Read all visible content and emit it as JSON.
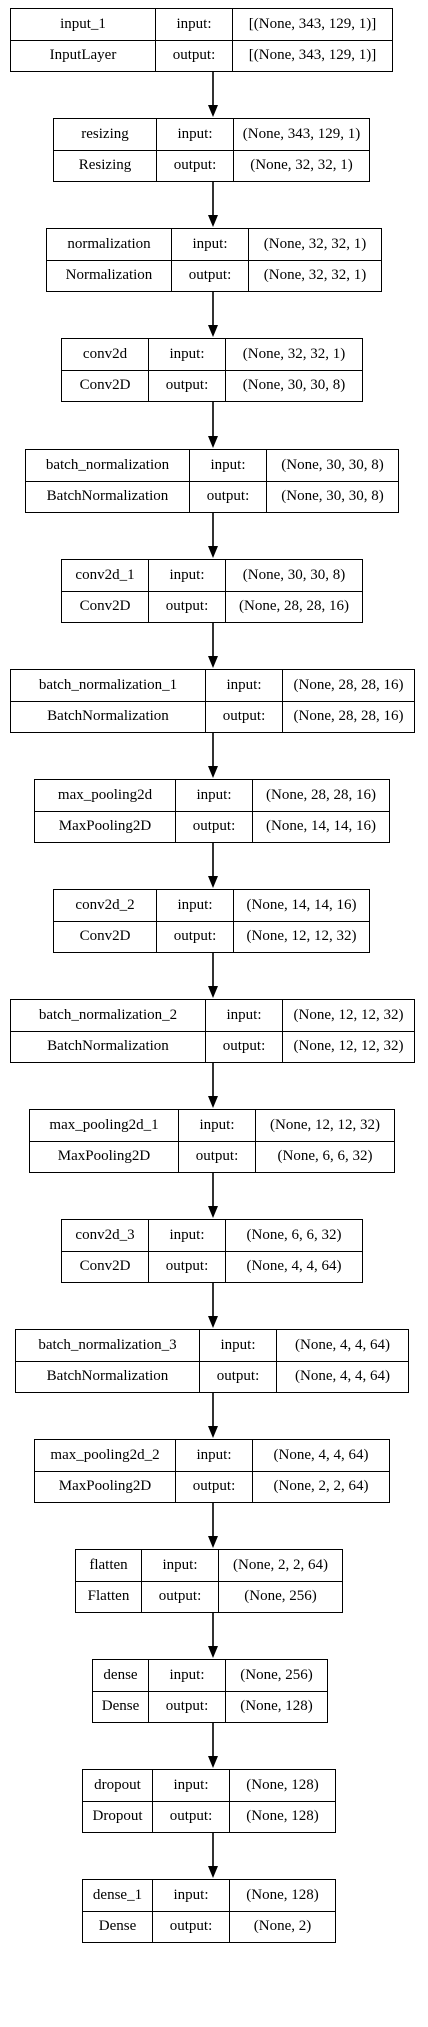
{
  "diagram": {
    "type": "model-graph",
    "in_label": "input:",
    "out_label": "output:",
    "nodes": [
      {
        "name": "input_1",
        "type": "InputLayer",
        "input": "[(None, 343, 129, 1)]",
        "output": "[(None, 343, 129, 1)]"
      },
      {
        "name": "resizing",
        "type": "Resizing",
        "input": "(None, 343, 129, 1)",
        "output": "(None, 32, 32, 1)"
      },
      {
        "name": "normalization",
        "type": "Normalization",
        "input": "(None, 32, 32, 1)",
        "output": "(None, 32, 32, 1)"
      },
      {
        "name": "conv2d",
        "type": "Conv2D",
        "input": "(None, 32, 32, 1)",
        "output": "(None, 30, 30, 8)"
      },
      {
        "name": "batch_normalization",
        "type": "BatchNormalization",
        "input": "(None, 30, 30, 8)",
        "output": "(None, 30, 30, 8)"
      },
      {
        "name": "conv2d_1",
        "type": "Conv2D",
        "input": "(None, 30, 30, 8)",
        "output": "(None, 28, 28, 16)"
      },
      {
        "name": "batch_normalization_1",
        "type": "BatchNormalization",
        "input": "(None, 28, 28, 16)",
        "output": "(None, 28, 28, 16)"
      },
      {
        "name": "max_pooling2d",
        "type": "MaxPooling2D",
        "input": "(None, 28, 28, 16)",
        "output": "(None, 14, 14, 16)"
      },
      {
        "name": "conv2d_2",
        "type": "Conv2D",
        "input": "(None, 14, 14, 16)",
        "output": "(None, 12, 12, 32)"
      },
      {
        "name": "batch_normalization_2",
        "type": "BatchNormalization",
        "input": "(None, 12, 12, 32)",
        "output": "(None, 12, 12, 32)"
      },
      {
        "name": "max_pooling2d_1",
        "type": "MaxPooling2D",
        "input": "(None, 12, 12, 32)",
        "output": "(None, 6, 6, 32)"
      },
      {
        "name": "conv2d_3",
        "type": "Conv2D",
        "input": "(None, 6, 6, 32)",
        "output": "(None, 4, 4, 64)"
      },
      {
        "name": "batch_normalization_3",
        "type": "BatchNormalization",
        "input": "(None, 4, 4, 64)",
        "output": "(None, 4, 4, 64)"
      },
      {
        "name": "max_pooling2d_2",
        "type": "MaxPooling2D",
        "input": "(None, 4, 4, 64)",
        "output": "(None, 2, 2, 64)"
      },
      {
        "name": "flatten",
        "type": "Flatten",
        "input": "(None, 2, 2, 64)",
        "output": "(None, 256)"
      },
      {
        "name": "dense",
        "type": "Dense",
        "input": "(None, 256)",
        "output": "(None, 128)"
      },
      {
        "name": "dropout",
        "type": "Dropout",
        "input": "(None, 128)",
        "output": "(None, 128)"
      },
      {
        "name": "dense_1",
        "type": "Dense",
        "input": "(None, 128)",
        "output": "(None, 2)"
      }
    ]
  }
}
